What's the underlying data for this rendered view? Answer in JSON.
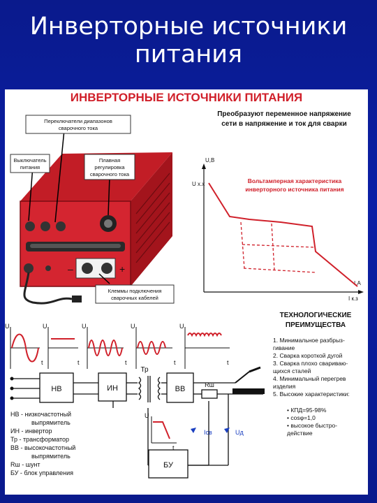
{
  "slide": {
    "title_line1": "Инверторные источники",
    "title_line2": "питания"
  },
  "poster": {
    "header": "ИНВЕРТОРНЫЕ ИСТОЧНИКИ ПИТАНИЯ",
    "callouts": {
      "range_switch": [
        "Переключатели диапазонов",
        "сварочного тока"
      ],
      "power_switch": [
        "Выключатель",
        "питания"
      ],
      "smooth_reg": [
        "Плавная",
        "регулировка",
        "сварочного тока"
      ],
      "terminals": [
        "Клеммы подключения",
        "сварочных кабелей"
      ]
    },
    "converts_text": [
      "Преобразуют переменное напряжение",
      "сети в напряжение и ток для сварки"
    ],
    "vac_chart": {
      "y_axis": "U,В",
      "y_mark": "U х.х",
      "x_axis": "I,A",
      "x_mark": "I к.з",
      "caption": [
        "Вольтамперная характеристика",
        "инверторного источника питания"
      ]
    },
    "advantages": {
      "heading": [
        "ТЕХНОЛОГИЧЕСКИЕ",
        "ПРЕИМУЩЕСТВА"
      ],
      "items": [
        "1. Минимальное разбрыз-",
        "гивание",
        "2. Сварка короткой дугой",
        "3. Сварка плохо свариваю-",
        "щихся сталей",
        "4. Минимальный перегрев",
        "изделия",
        "5. Высокие характеристики:"
      ],
      "specs": [
        "• КПД=95-98%",
        "• cosφ=1,0",
        "• высокое быстро-",
        "действие"
      ]
    },
    "waveforms": {
      "u_label": "U",
      "t_label": "t"
    },
    "blocks": {
      "nv": "НВ",
      "in": "ИН",
      "tr": "Тр",
      "vv": "ВВ",
      "rsh": "Rш",
      "bu": "БУ",
      "isv": "Iсв",
      "ud": "Uд"
    },
    "legend": [
      "НВ - низкочастотный",
      "выпрямитель",
      "ИН - инвертор",
      "Тр - трансформатор",
      "ВВ - высокочастотный",
      "выпрямитель",
      "Rш - шунт",
      "БУ - блок управления"
    ],
    "colors": {
      "accent": "#d0202a",
      "dark": "#1a1a1a",
      "background": "#0b1fa6"
    }
  }
}
